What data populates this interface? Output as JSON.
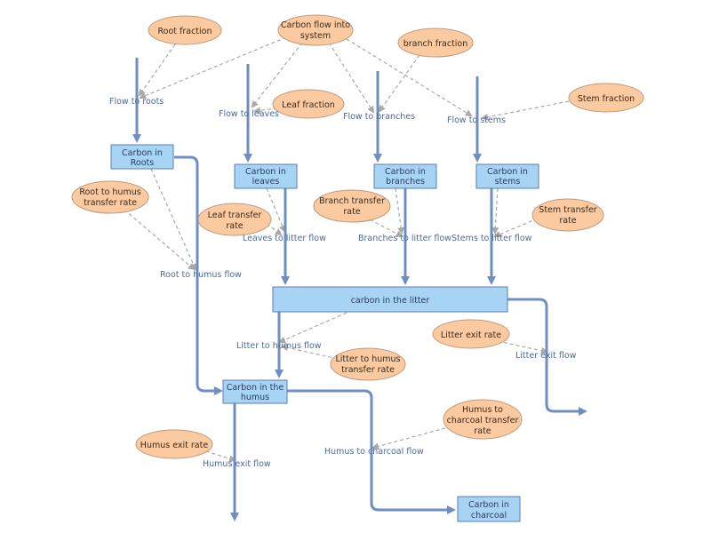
{
  "stocks": {
    "roots": [
      "Carbon in",
      "Roots"
    ],
    "leaves": [
      "Carbon in",
      "leaves"
    ],
    "branches": [
      "Carbon in",
      "branches"
    ],
    "stems": [
      "Carbon in",
      "stems"
    ],
    "litter": [
      "carbon in the litter"
    ],
    "humus": [
      "Carbon in the",
      "humus"
    ],
    "charcoal": [
      "Carbon in",
      "charcoal"
    ]
  },
  "variables": {
    "root_fraction": [
      "Root fraction"
    ],
    "carbon_flow_into_system": [
      "Carbon flow into",
      "system"
    ],
    "branch_fraction": [
      "branch fraction"
    ],
    "leaf_fraction": [
      "Leaf fraction"
    ],
    "stem_fraction": [
      "Stem fraction"
    ],
    "root_to_humus_rate": [
      "Root to humus",
      "transfer rate"
    ],
    "leaf_transfer_rate": [
      "Leaf transfer",
      "rate"
    ],
    "branch_transfer_rate": [
      "Branch transfer",
      "rate"
    ],
    "stem_transfer_rate": [
      "Stem transfer",
      "rate"
    ],
    "litter_exit_rate": [
      "Litter exit rate"
    ],
    "litter_to_humus_rate": [
      "Litter to humus",
      "transfer rate"
    ],
    "humus_to_charcoal_rate": [
      "Humus to",
      "charcoal transfer",
      "rate"
    ],
    "humus_exit_rate": [
      "Humus exit rate"
    ]
  },
  "flows": {
    "flow_to_roots": "Flow to roots",
    "flow_to_leaves": "Flow to leaves",
    "flow_to_branches": "Flow to branches",
    "flow_to_stems": "Flow to stems",
    "root_to_humus": "Root to humus flow",
    "leaves_to_litter": "Leaves to litter flow",
    "branches_to_litter": "Branches to litter flow",
    "stems_to_litter": "Stems to litter flow",
    "litter_to_humus": "Litter to humus flow",
    "litter_exit": "Litter exit flow",
    "humus_to_charcoal": "Humus to charcoal flow",
    "humus_exit": "Humus exit flow"
  },
  "colors": {
    "stock_fill": "#a7d3f5",
    "variable_fill": "#fbcaa0",
    "pipe": "#6f8fc4",
    "link": "#a9a9a9"
  }
}
